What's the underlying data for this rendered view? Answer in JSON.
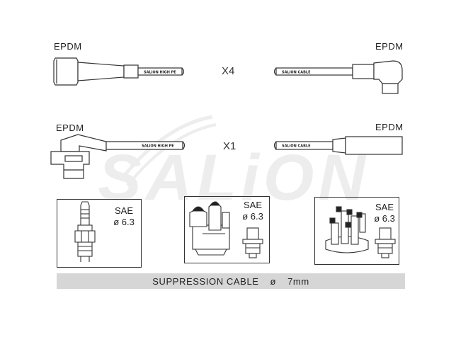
{
  "watermark": "SALiON",
  "cables": {
    "top": {
      "left_label": "EPDM",
      "right_label": "EPDM",
      "multiplier": "X4",
      "left_print": "SALiON HIGH PE",
      "right_print": "SALiON CABLE"
    },
    "bottom": {
      "left_label": "EPDM",
      "right_label": "EPDM",
      "multiplier": "X1",
      "left_print": "SALiON HIGH PE",
      "right_print": "SALiON CABLE"
    }
  },
  "terminals": [
    {
      "standard": "SAE",
      "size": "ø 6.3"
    },
    {
      "standard": "SAE",
      "size": "ø 6.3"
    },
    {
      "standard": "SAE",
      "size": "ø 6.3"
    }
  ],
  "footer": {
    "text": "SUPPRESSION CABLE",
    "diameter_symbol": "ø",
    "diameter": "7mm"
  },
  "colors": {
    "line": "#333333",
    "banner": "#d6d6d6",
    "watermark": "#ececec"
  }
}
